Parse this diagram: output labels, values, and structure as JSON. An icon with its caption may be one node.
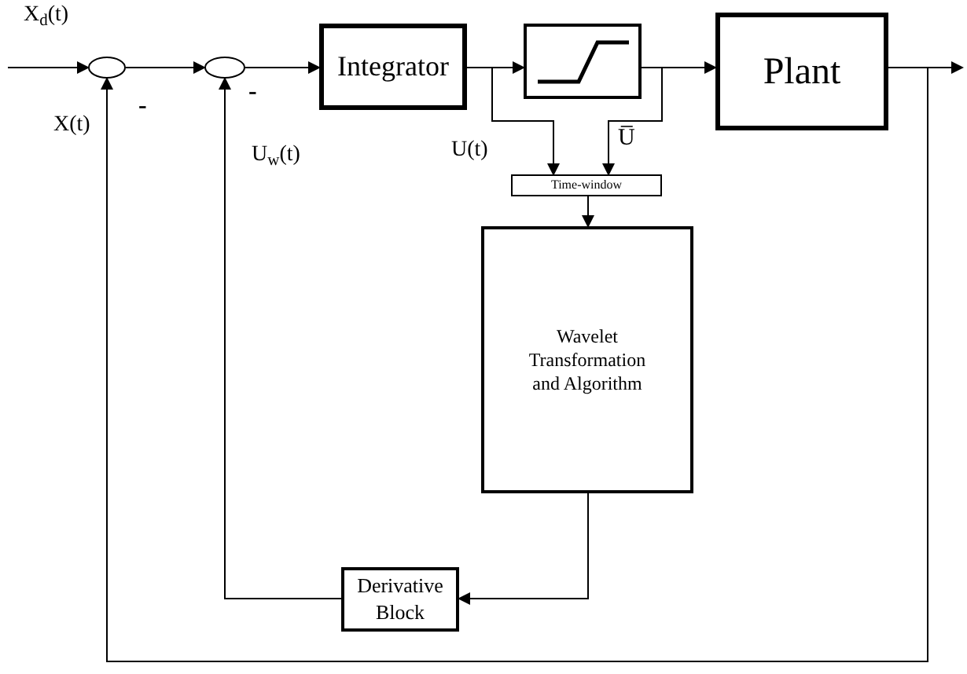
{
  "diagram": {
    "nodes": [
      {
        "text": [],
        "shape": "circle"
      },
      {
        "text": [],
        "shape": "circle"
      },
      {
        "text": [
          "Integrator"
        ]
      },
      {
        "text": [],
        "shape": "picture"
      },
      {
        "text": [
          "Plant"
        ]
      },
      {
        "text": [
          "Time-window"
        ]
      },
      {
        "text": [
          "Wavelet Transformation and Algorithm"
        ]
      },
      {
        "text": [
          "Derivative Block"
        ]
      }
    ],
    "edges": [
      {
        "from": null,
        "to": 0,
        "arrow": "to"
      },
      {
        "from": 0,
        "to": 1,
        "arrow": "to"
      },
      {
        "from": 1,
        "to": 2,
        "arrow": "to"
      },
      {
        "from": 2,
        "to": 3,
        "arrow": "to"
      },
      {
        "from": 3,
        "to": 4,
        "arrow": "to"
      },
      {
        "from": 4,
        "to": null,
        "arrow": "to"
      },
      {
        "from": 4,
        "to": 0,
        "arrow": "to"
      },
      {
        "from": 2,
        "to": 5,
        "arrow": "to"
      },
      {
        "from": 3,
        "to": 5,
        "arrow": "to"
      },
      {
        "from": 5,
        "to": 6,
        "arrow": "to"
      },
      {
        "from": 6,
        "to": 7,
        "arrow": "to"
      },
      {
        "from": 7,
        "to": 1,
        "arrow": "to"
      }
    ],
    "labels": [
      "X$_{d}$(t)",
      "X(t)",
      "-",
      "-",
      "U$_{w}$(t)",
      "U(t)",
      "U̅"
    ]
  }
}
